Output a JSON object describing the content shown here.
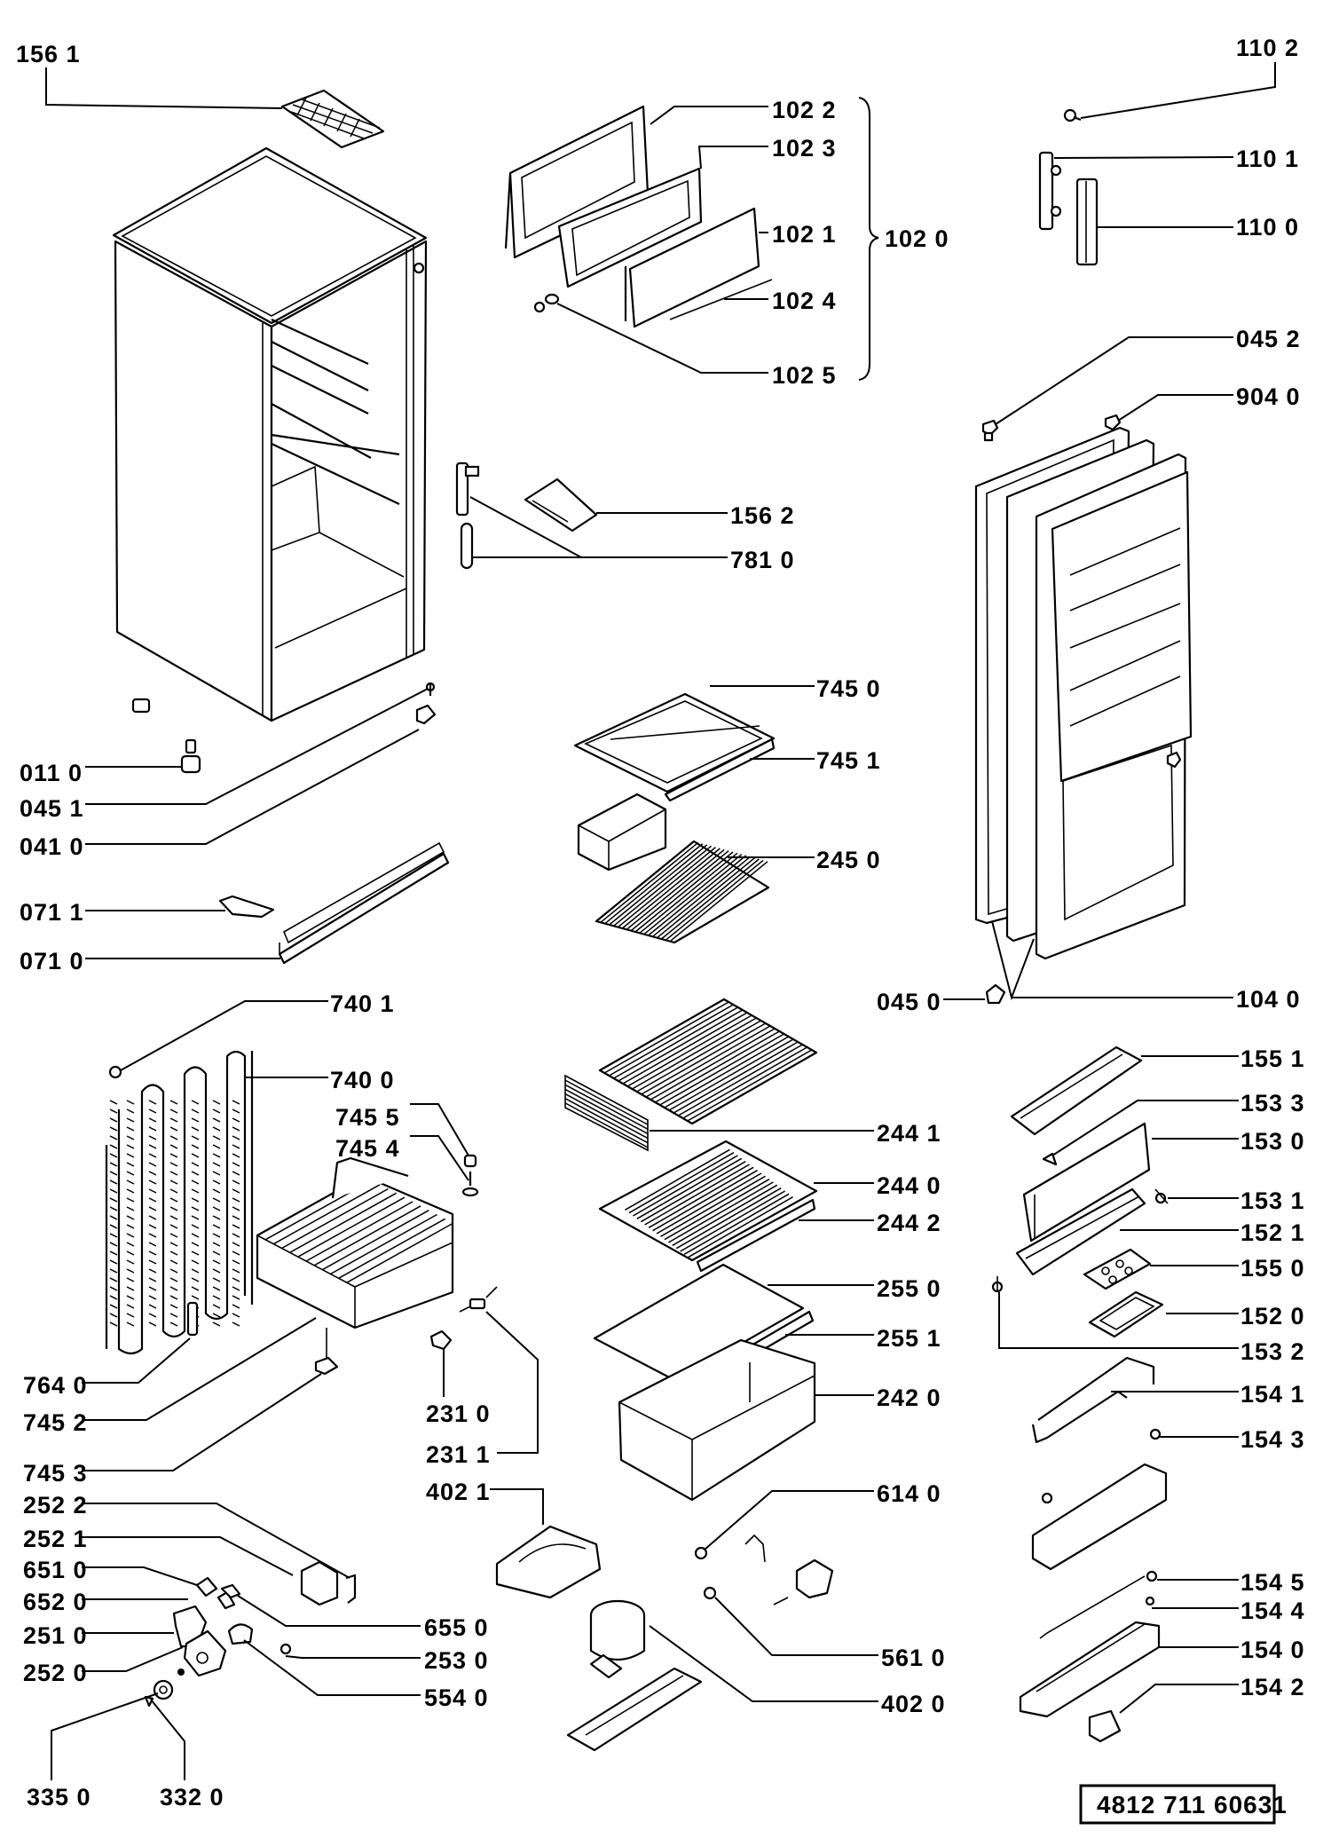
{
  "document": {
    "type": "exploded parts diagram",
    "subject": "refrigerator",
    "document_number": "4812 711 60631"
  },
  "labels": {
    "l1561": "156 1",
    "l1022": "102 2",
    "l1023": "102 3",
    "l1021": "102 1",
    "l1024": "102 4",
    "l1025": "102 5",
    "l1020": "102 0",
    "l1102": "110 2",
    "l1101": "110 1",
    "l1100": "110 0",
    "l0452": "045 2",
    "l9040": "904 0",
    "l1562": "156 2",
    "l7810": "781 0",
    "l7450": "745 0",
    "l7451": "745 1",
    "l2450": "245 0",
    "l0110": "011 0",
    "l0451": "045 1",
    "l0410": "041 0",
    "l0711": "071 1",
    "l0710": "071 0",
    "l7401": "740 1",
    "l7400": "740 0",
    "l7455": "745 5",
    "l7454": "745 4",
    "l0450": "045 0",
    "l1040": "104 0",
    "l1551": "155 1",
    "l1533": "153 3",
    "l1530": "153 0",
    "l1531": "153 1",
    "l1521": "152 1",
    "l1550": "155 0",
    "l1520": "152 0",
    "l1532": "153 2",
    "l1541": "154 1",
    "l1543": "154 3",
    "l2441": "244 1",
    "l2440": "244 0",
    "l2442": "244 2",
    "l2550": "255 0",
    "l2551": "255 1",
    "l2420": "242 0",
    "l7640": "764 0",
    "l7452": "745 2",
    "l7453": "745 3",
    "l2310": "231 0",
    "l2311": "231 1",
    "l4021": "402 1",
    "l6140": "614 0",
    "l2522": "252 2",
    "l2521": "252 1",
    "l6510": "651 0",
    "l6520": "652 0",
    "l2510": "251 0",
    "l2520": "252 0",
    "l6550": "655 0",
    "l2530": "253 0",
    "l5540": "554 0",
    "l5610": "561 0",
    "l4020": "402 0",
    "l1545": "154 5",
    "l1544": "154 4",
    "l1540": "154 0",
    "l1542": "154 2",
    "l3350": "335 0",
    "l3320": "332 0"
  },
  "part_groups": {
    "door_flap_assembly": {
      "parent": "102 0",
      "children": [
        "102 2",
        "102 3",
        "102 1",
        "102 4",
        "102 5"
      ]
    }
  }
}
